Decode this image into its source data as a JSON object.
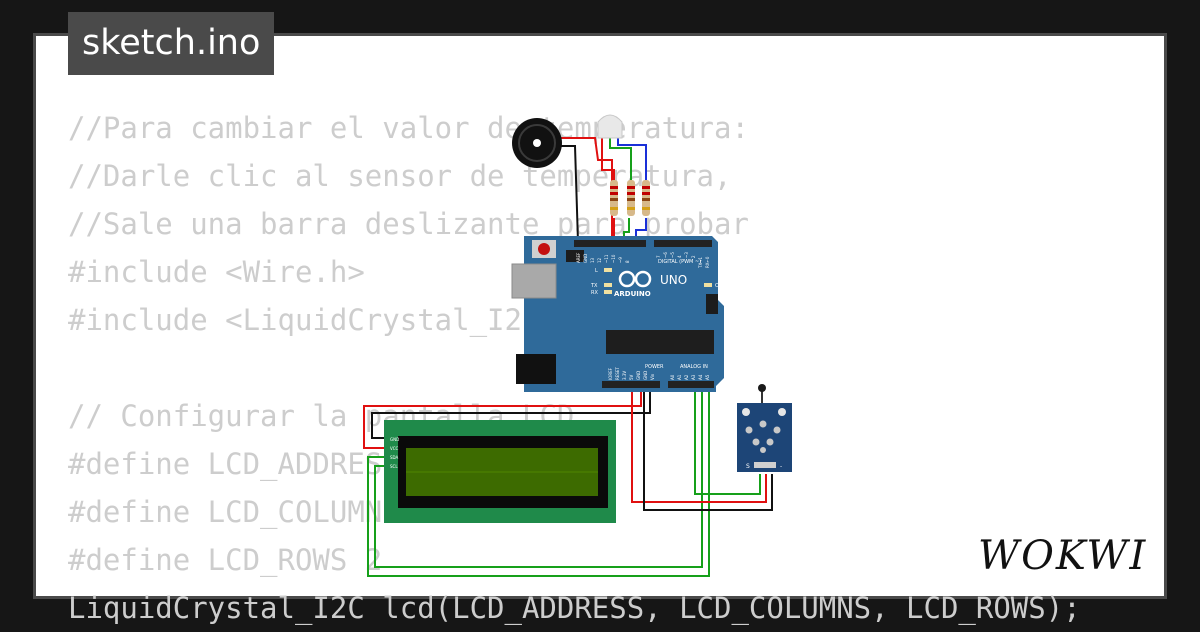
{
  "tab": {
    "filename": "sketch.ino"
  },
  "code_lines": [
    "//Para cambiar el valor de temperatura:",
    "//Darle clic al sensor de temperatura,",
    "//Sale una barra deslizante para probar",
    "#include <Wire.h>",
    "#include <LiquidCrystal_I2C.h>",
    "",
    "// Configurar la pantalla LCD",
    "#define LCD_ADDRESS 0x27",
    "#define LCD_COLUMNS 16",
    "#define LCD_ROWS 2",
    "LiquidCrystal_I2C lcd(LCD_ADDRESS, LCD_COLUMNS, LCD_ROWS);"
  ],
  "arduino": {
    "model": "UNO",
    "brand": "ARDUINO",
    "digital_label": "DIGITAL (PWM ~)",
    "power_label": "POWER",
    "analog_label": "ANALOG IN",
    "led_l": "L",
    "led_tx": "TX",
    "led_rx": "RX",
    "led_on": "ON",
    "aref": "AREF",
    "gnd": "GND",
    "pin_13": "13",
    "pin_12": "12",
    "pin_11": "~11",
    "pin_10": "~10",
    "pin_9": "~9",
    "pin_8": "8",
    "pin_7": "7",
    "pin_6": "~6",
    "pin_5": "~5",
    "pin_4": "4",
    "pin_3": "~3",
    "pin_2": "2",
    "pin_tx": "TX→1",
    "pin_rx": "RX←0",
    "ioref": "IOREF",
    "reset": "RESET",
    "v33": "3.3V",
    "v5": "5V",
    "gnd2": "GND",
    "gnd3": "GND",
    "vin": "Vin",
    "a0": "A0",
    "a1": "A1",
    "a2": "A2",
    "a3": "A3",
    "a4": "A4",
    "a5": "A5"
  },
  "lcd": {
    "pin_gnd": "GND",
    "pin_vcc": "VCC",
    "pin_sda": "SDA",
    "pin_scl": "SCL"
  },
  "sensor": {
    "pin_s": "S",
    "pin_minus": "-"
  },
  "logo": {
    "text": "WOKWI"
  },
  "colors": {
    "background": "#161616",
    "card_border": "#4a4a4a",
    "code_text": "#cdcdcd",
    "arduino_blue": "#2f6a9a",
    "lcd_green": "#1f8a4a",
    "lcd_screen": "#3d6b00",
    "sensor_blue": "#1d4577",
    "wire_red": "#e01010",
    "wire_black": "#111111",
    "wire_green": "#16a01a",
    "wire_blue": "#1a30d8"
  }
}
